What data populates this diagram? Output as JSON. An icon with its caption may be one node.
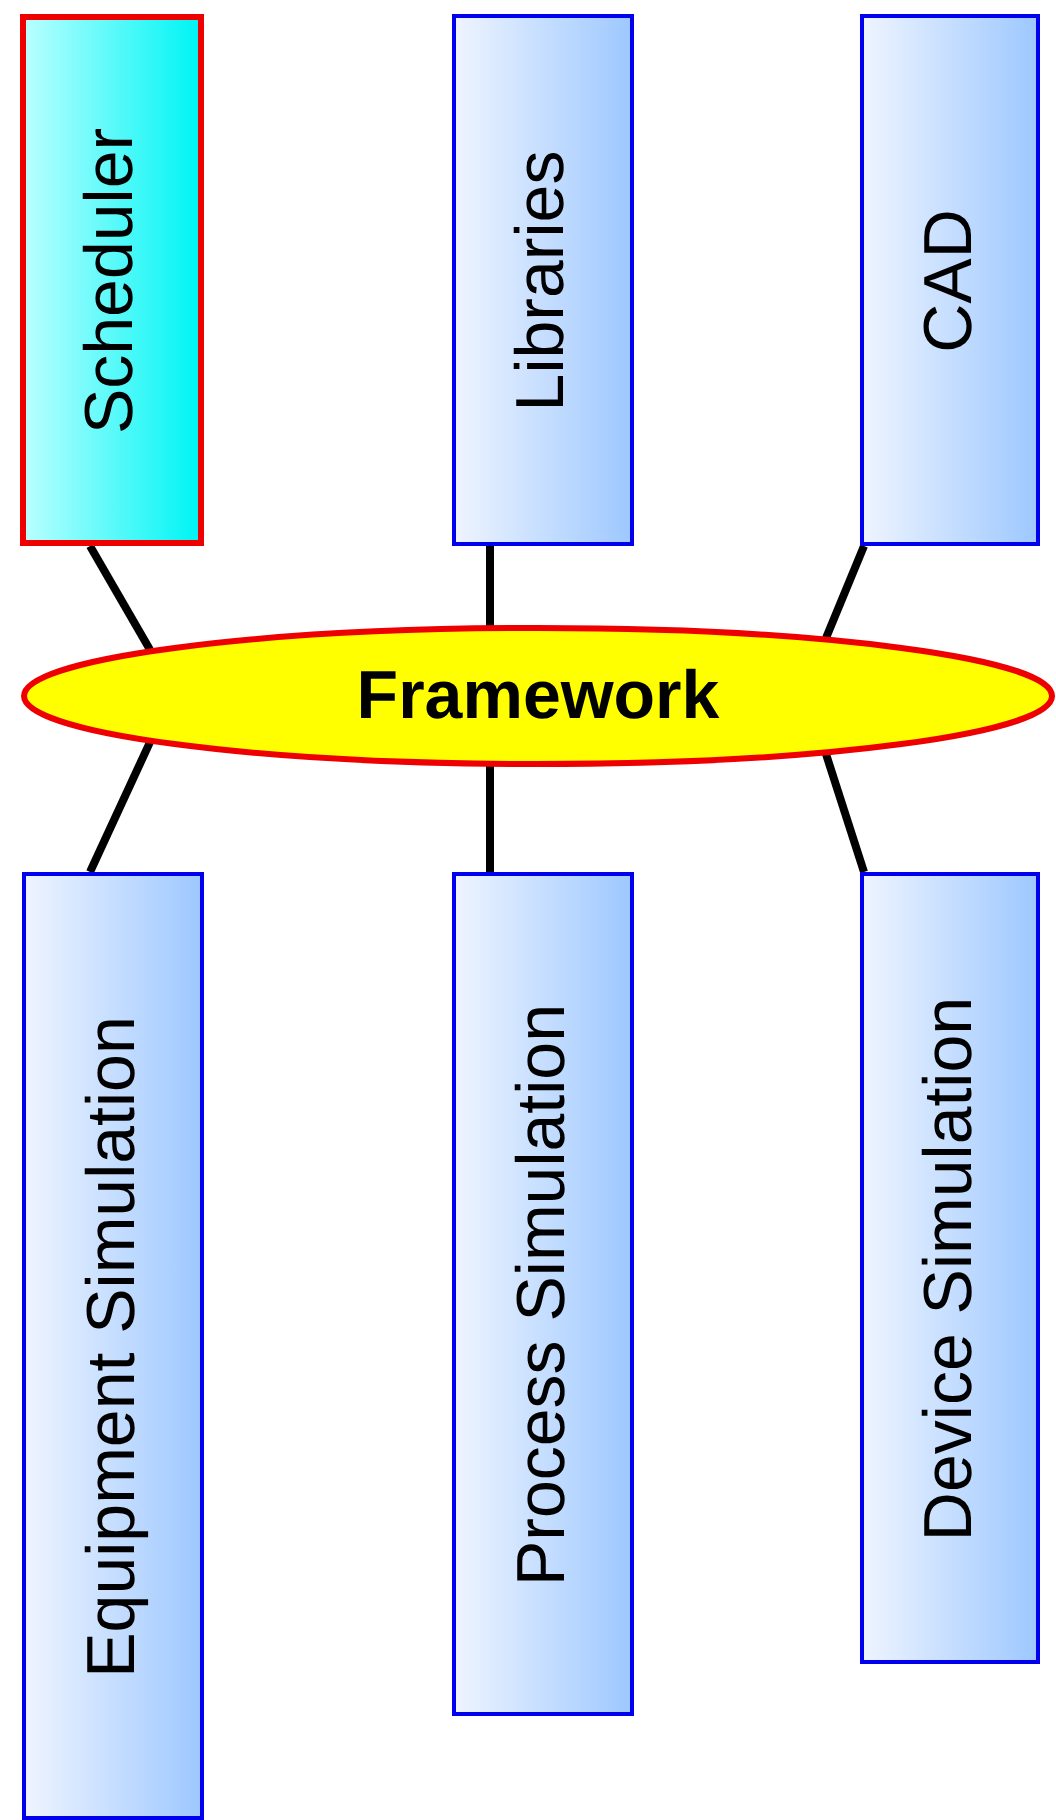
{
  "diagram": {
    "nodes": [
      {
        "text": [
          "Scheduler"
        ]
      },
      {
        "text": [
          "Libraries"
        ]
      },
      {
        "text": [
          "CAD"
        ]
      },
      {
        "text": [
          "Framework"
        ]
      },
      {
        "text": [
          "Equipment Simulation"
        ]
      },
      {
        "text": [
          "Process Simulation"
        ]
      },
      {
        "text": [
          "Device Simulation"
        ]
      }
    ],
    "edges": [
      {
        "from": 0,
        "to": 3,
        "arrow": "none"
      },
      {
        "from": 1,
        "to": 3,
        "arrow": "none"
      },
      {
        "from": 2,
        "to": 3,
        "arrow": "none"
      },
      {
        "from": 3,
        "to": 4,
        "arrow": "none"
      },
      {
        "from": 3,
        "to": 5,
        "arrow": "none"
      },
      {
        "from": 3,
        "to": 6,
        "arrow": "none"
      }
    ]
  }
}
